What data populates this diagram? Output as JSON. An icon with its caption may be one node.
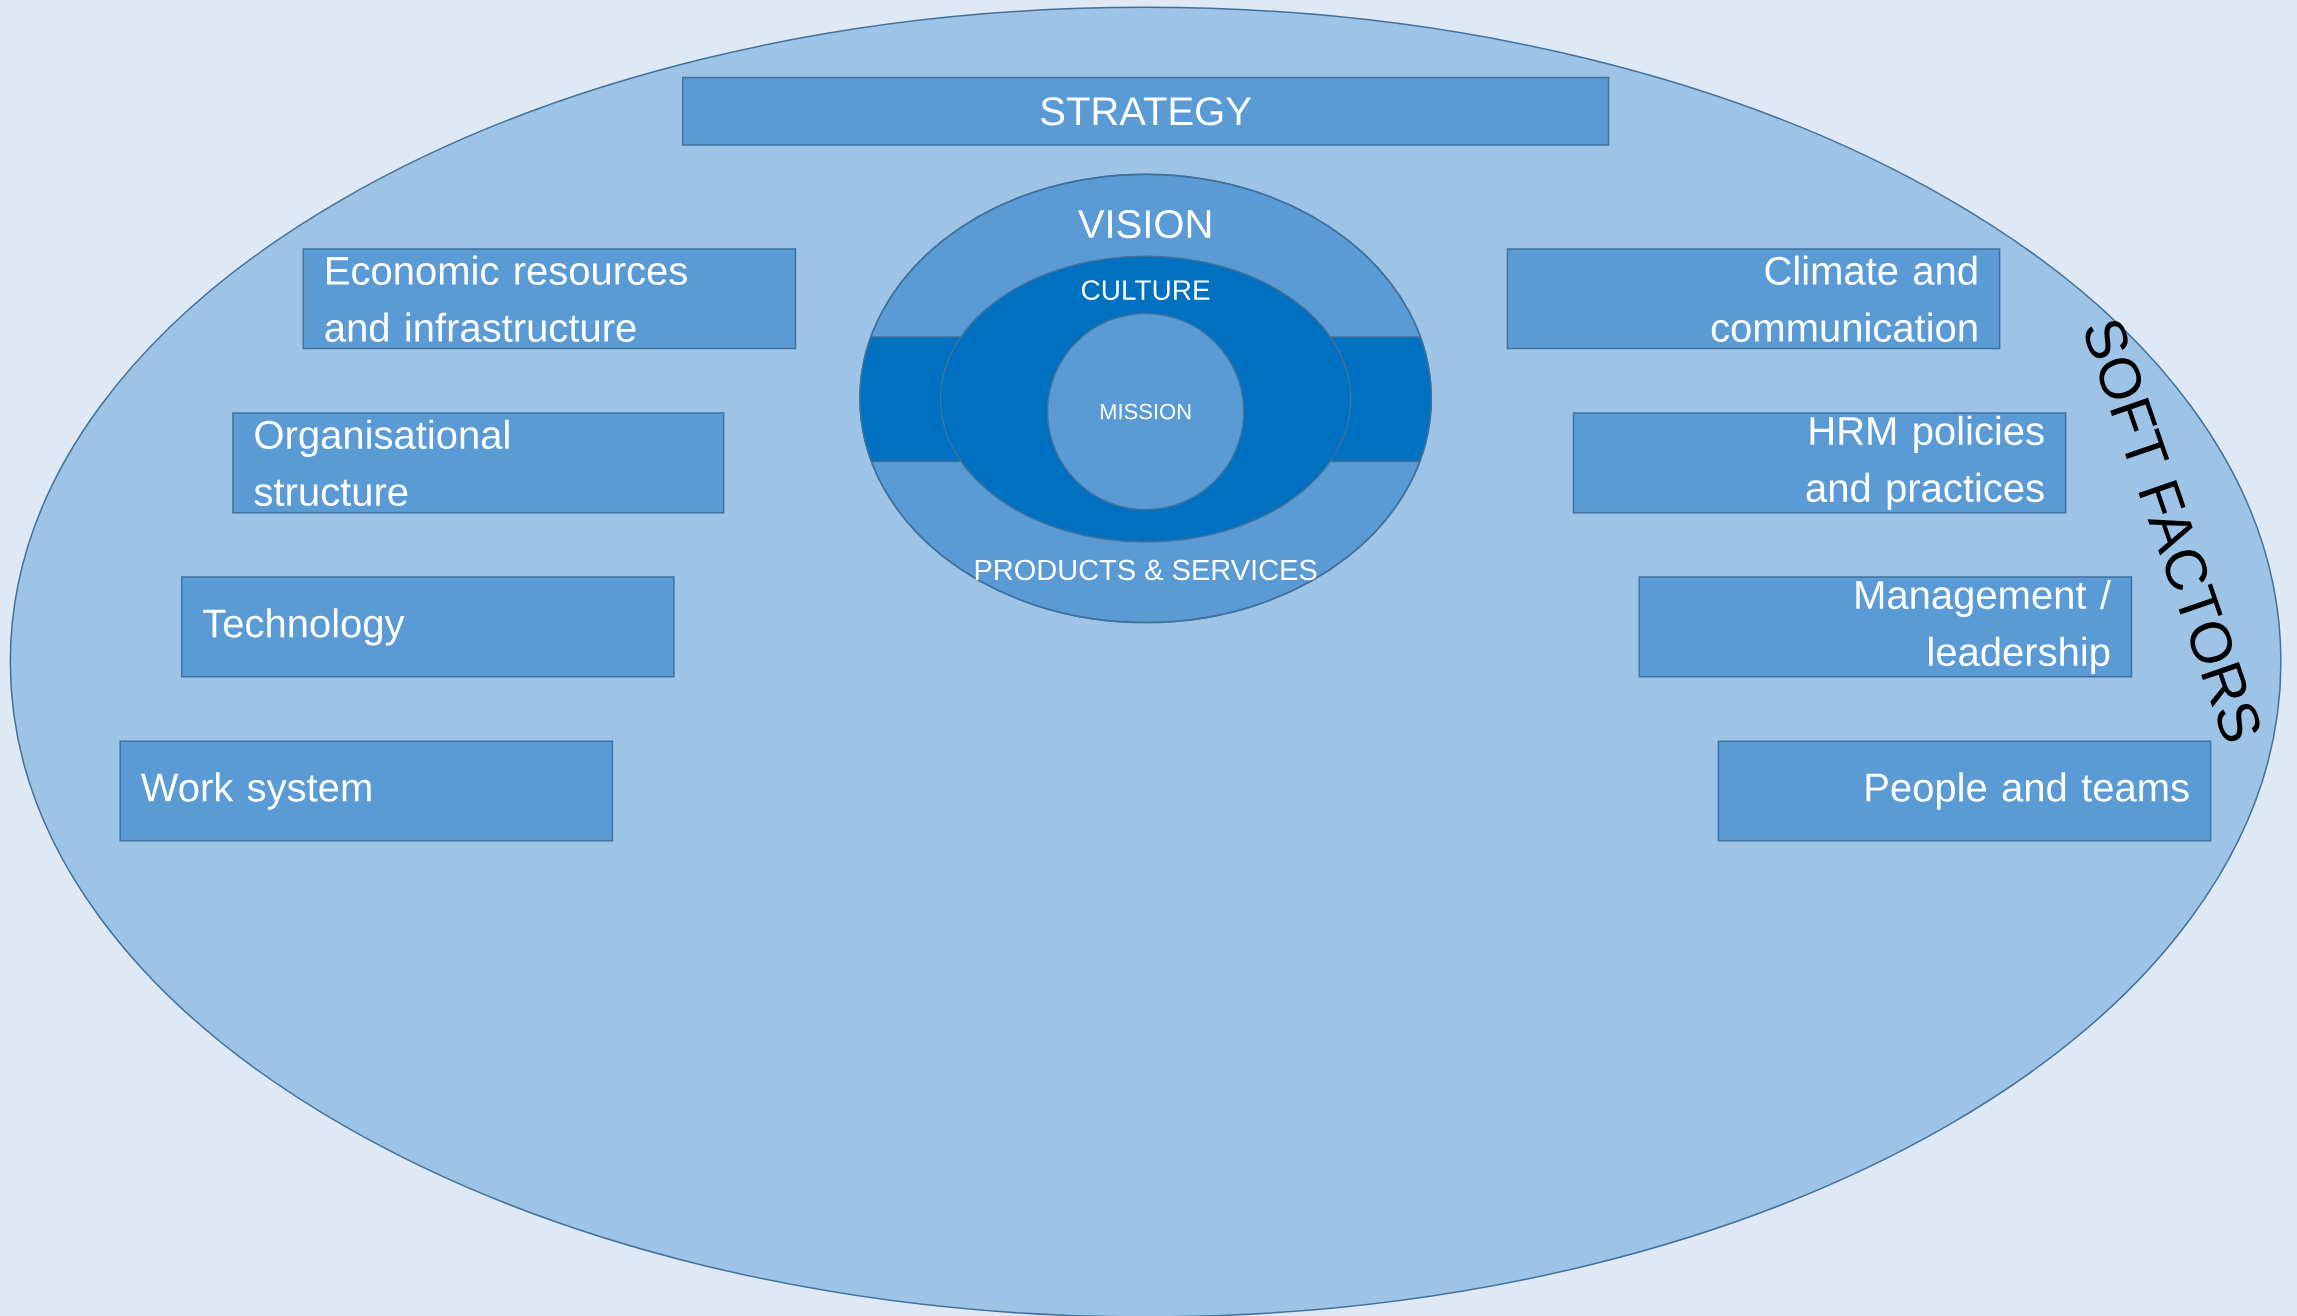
{
  "diagram": {
    "nodes": [
      {
        "text": [
          "SOFT FACTORS"
        ]
      },
      {
        "text": [
          "STRATEGY"
        ],
        "in": 0
      },
      {
        "text": [
          "VISION",
          "PRODUCTS & SERVICES"
        ],
        "in": 0
      },
      {
        "text": [
          "CULTURE"
        ],
        "in": 2
      },
      {
        "text": [
          "MISSION"
        ],
        "in": 3
      },
      {
        "text": [
          "Economic resources and infrastructure"
        ],
        "in": 0
      },
      {
        "text": [
          "Climate and communication"
        ],
        "in": 0
      },
      {
        "text": [
          "Organisational structure"
        ],
        "in": 0
      },
      {
        "text": [
          "HRM policies and practices"
        ],
        "in": 0
      },
      {
        "text": [
          "Technology"
        ],
        "in": 0
      },
      {
        "text": [
          "Management / leadership"
        ],
        "in": 0
      },
      {
        "text": [
          "Work system"
        ],
        "in": 0
      },
      {
        "text": [
          "People and teams"
        ],
        "in": 0
      }
    ]
  }
}
